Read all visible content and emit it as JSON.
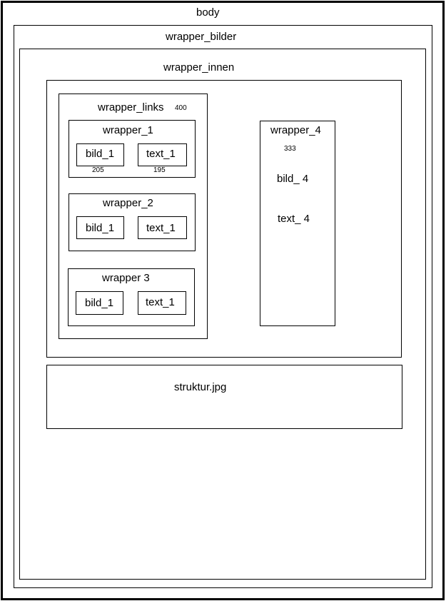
{
  "diagram": {
    "body": {
      "label": "body"
    },
    "wrapper_bilder": {
      "label": "wrapper_bilder"
    },
    "wrapper_innen": {
      "label": "wrapper_innen"
    },
    "wrapper_links": {
      "label": "wrapper_links",
      "width": "400"
    },
    "wrapper_1": {
      "label": "wrapper_1",
      "bild": {
        "label": "bild_1",
        "width": "205"
      },
      "text": {
        "label": "text_1",
        "width": "195"
      }
    },
    "wrapper_2": {
      "label": "wrapper_2",
      "bild": {
        "label": "bild_1"
      },
      "text": {
        "label": "text_1"
      }
    },
    "wrapper_3": {
      "label": "wrapper 3",
      "bild": {
        "label": "bild_1"
      },
      "text": {
        "label": "text_1"
      }
    },
    "wrapper_4": {
      "label": "wrapper_4",
      "width": "333",
      "bild": {
        "label": "bild_ 4"
      },
      "text": {
        "label": "text_ 4"
      }
    },
    "struktur": {
      "label": "struktur.jpg"
    }
  }
}
